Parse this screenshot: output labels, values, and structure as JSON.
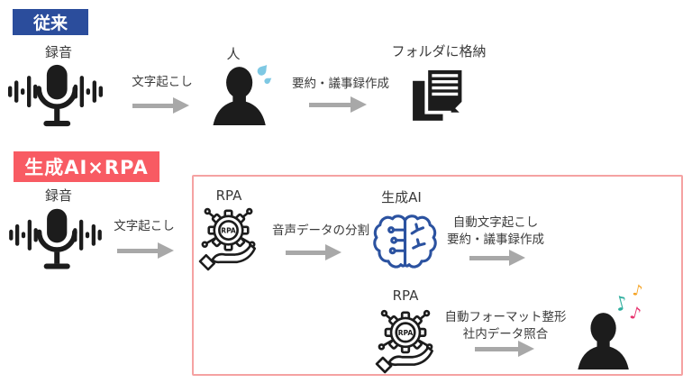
{
  "colors": {
    "badge_blue": "#2B4D9C",
    "badge_red": "#F85B63",
    "box_border": "#F5A2A2",
    "arrow_gray": "#A8A8A8",
    "icon_black": "#1C1C1C",
    "brain_blue": "#2B52A0",
    "sweat_blue": "#7EC8E3",
    "note_teal": "#2FAE9E",
    "note_orange": "#F5A324",
    "note_pink": "#E8336E",
    "text": "#3A3A3A"
  },
  "icons": {
    "note_glyph": "♪"
  },
  "traditional": {
    "badge": "従来",
    "recording_label": "録音",
    "step1_label": "文字起こし",
    "person_label": "人",
    "step2_label": "要約・議事録作成",
    "output_label": "フォルダに格納"
  },
  "ai_rpa": {
    "badge": "生成AI×RPA",
    "recording_label": "録音",
    "step1_label": "文字起こし",
    "rpa1_label": "RPA",
    "rpa_gear_text": "RPA",
    "step2_label": "音声データの分割",
    "genai_label": "生成AI",
    "step3_line1": "自動文字起こし",
    "step3_line2": "要約・議事録作成",
    "rpa2_label": "RPA",
    "step4_line1": "自動フォーマット整形",
    "step4_line2": "社内データ照合"
  }
}
